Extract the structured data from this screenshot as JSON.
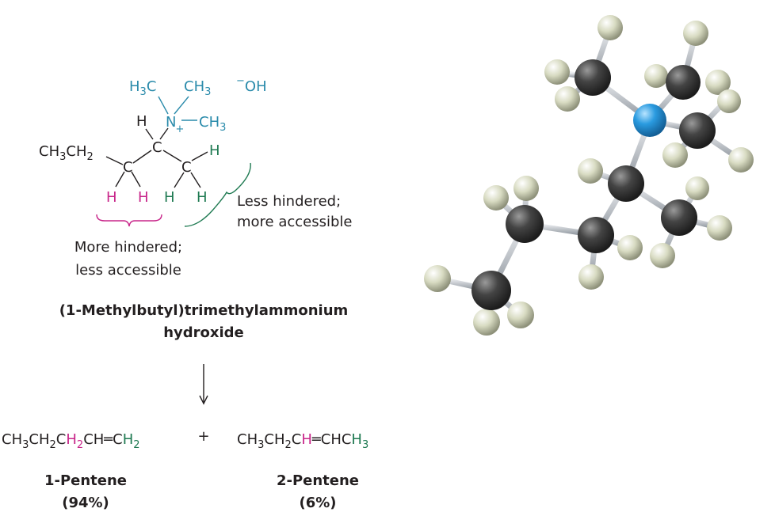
{
  "structure": {
    "dimethyl_left": {
      "a": "H",
      "b": "3",
      "c": "C"
    },
    "dimethyl_right": {
      "a": "CH",
      "b": "3"
    },
    "hydroxide": {
      "a": "−",
      "b": "OH"
    },
    "nitrogen": {
      "a": "N",
      "b": "+"
    },
    "nitrogen_methyl": {
      "a": "CH",
      "b": "3"
    },
    "h_top": "H",
    "ethyl": {
      "a": "CH",
      "b": "3",
      "c": "CH",
      "d": "2"
    },
    "c1": "C",
    "c2": "C",
    "c3": "C",
    "h_c3_right": "H",
    "h_c1_left": "H",
    "h_c1_right": "H",
    "h_c3_a": "H",
    "h_c3_b": "H"
  },
  "annotations": {
    "more_hindered_line1": "More hindered;",
    "more_hindered_line2": "less accessible",
    "less_hindered_line1": "Less hindered;",
    "less_hindered_line2": "more accessible"
  },
  "reactant_name_line1": "(1-Methylbutyl)trimethylammonium",
  "reactant_name_line2": "hydroxide",
  "products": {
    "p1": {
      "s1": "CH",
      "s2": "3",
      "s3": "CH",
      "s4": "2",
      "s5": "C",
      "s6": "H",
      "s7": "2",
      "s8": "CH",
      "s9": "═",
      "s10": "C",
      "s11": "H",
      "s12": "2"
    },
    "plus": "+",
    "p2": {
      "s1": "CH",
      "s2": "3",
      "s3": "CH",
      "s4": "2",
      "s5": "C",
      "s6": "H",
      "s7": "═",
      "s8": "CHC",
      "s9": "H",
      "s10": "3"
    },
    "pentene1_name": "1-Pentene",
    "pentene1_yield": "(94%)",
    "pentene2_name": "2-Pentene",
    "pentene2_yield": "(6%)"
  },
  "colors": {
    "text": "#231f20",
    "teal": "#2a8bab",
    "magenta": "#c8268a",
    "green": "#1f7a52",
    "carbon_atom": "#3a3a3a",
    "hydrogen_atom": "#d9dcc4",
    "nitrogen_atom": "#2a9be0"
  }
}
